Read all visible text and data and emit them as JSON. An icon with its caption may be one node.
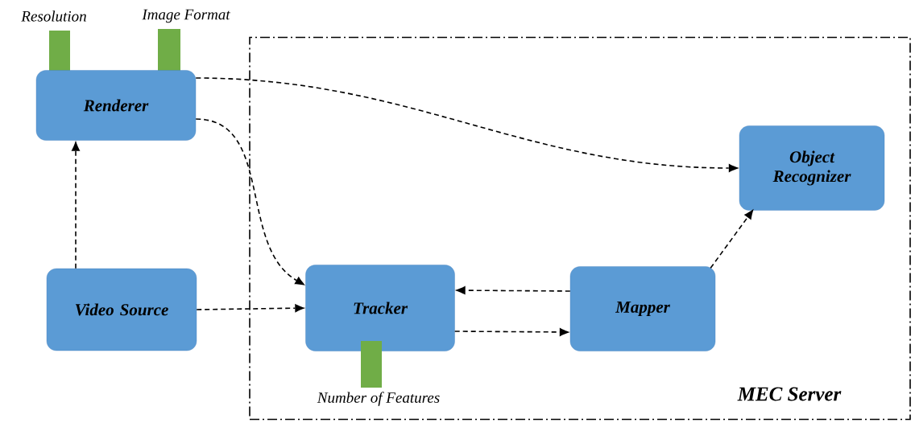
{
  "diagram": {
    "nodes": [
      {
        "text": [
          "Resolution"
        ]
      },
      {
        "text": [
          "Image Format"
        ]
      },
      {
        "text": [
          "MEC Server"
        ]
      },
      {
        "text": [
          "Renderer"
        ]
      },
      {
        "text": [
          "Object Recognizer"
        ],
        "in": 2
      },
      {
        "text": [
          "Video Source"
        ]
      },
      {
        "text": [
          "Tracker"
        ],
        "in": 2
      },
      {
        "text": [
          "Mapper"
        ],
        "in": 2
      },
      {
        "text": [
          "Number of Features"
        ],
        "in": 2
      }
    ],
    "edges": [
      {
        "from": 5,
        "to": 3,
        "arrow": "to",
        "style": "dashed"
      },
      {
        "from": 3,
        "to": 4,
        "arrow": "to",
        "style": "dashed"
      },
      {
        "from": 3,
        "to": 6,
        "arrow": "to",
        "style": "dashed"
      },
      {
        "from": 5,
        "to": 6,
        "arrow": "to",
        "style": "dashed"
      },
      {
        "from": 7,
        "to": 6,
        "arrow": "to",
        "style": "dashed"
      },
      {
        "from": 6,
        "to": 7,
        "arrow": "to",
        "style": "dashed"
      },
      {
        "from": 7,
        "to": 4,
        "arrow": "to",
        "style": "dashed"
      }
    ]
  }
}
